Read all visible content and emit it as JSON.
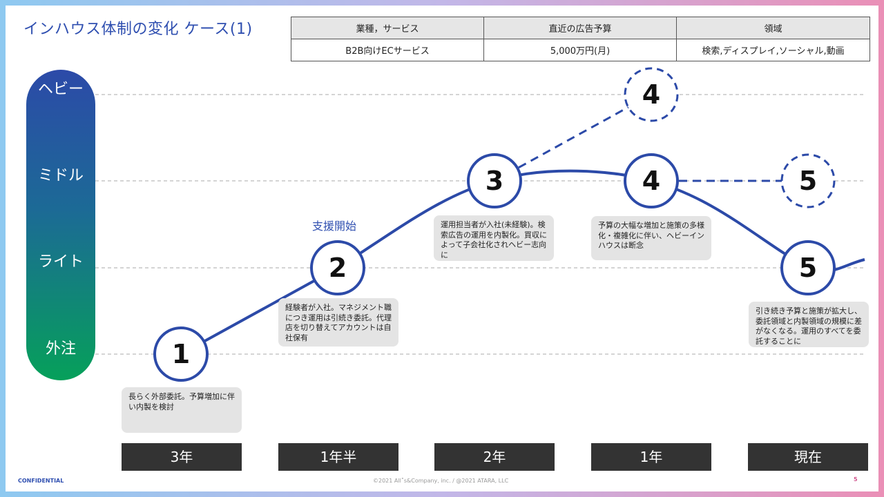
{
  "title": "インハウス体制の変化 ケース(1)",
  "info_table": {
    "headers": [
      "業種，サービス",
      "直近の広告予算",
      "領域"
    ],
    "values": [
      "B2B向けECサービス",
      "5,000万円(月)",
      "検索,ディスプレイ,ソーシャル,動画"
    ]
  },
  "levels": [
    "ヘビー",
    "ミドル",
    "ライト",
    "外注"
  ],
  "nodes": [
    {
      "label": "1",
      "style": "solid"
    },
    {
      "label": "2",
      "style": "solid"
    },
    {
      "label": "3",
      "style": "solid"
    },
    {
      "label": "4",
      "style": "solid"
    },
    {
      "label": "5",
      "style": "solid"
    },
    {
      "label": "4",
      "style": "dashed"
    },
    {
      "label": "5",
      "style": "dashed"
    }
  ],
  "support_label": "支援開始",
  "notes": [
    "長らく外部委託。予算増加に伴い内製を検討",
    "経験者が入社。マネジメント職につき運用は引続き委託。代理店を切り替えてアカウントは自社保有",
    "運用担当者が入社(未経験)。検索広告の運用を内製化。買収によって子会社化されヘビー志向に",
    "予算の大幅な増加と施策の多様化・複雑化に伴い、ヘビーインハウスは断念",
    "引き続き予算と施策が拡大し、委託領域と内製領域の規模に差がなくなる。運用のすべてを委託することに"
  ],
  "timeline": [
    "3年",
    "1年半",
    "2年",
    "1年",
    "現在"
  ],
  "footer": {
    "confidential": "CONFIDENTIAL",
    "copyright": "©2021 All˚s&Company, inc. / @2021 ATARA, LLC",
    "page": "5"
  },
  "colors": {
    "accent": "#2f4fb0",
    "line": "#2c4aa8",
    "gradient_top": "#2c4aa8",
    "gradient_bottom": "#06a05a"
  }
}
